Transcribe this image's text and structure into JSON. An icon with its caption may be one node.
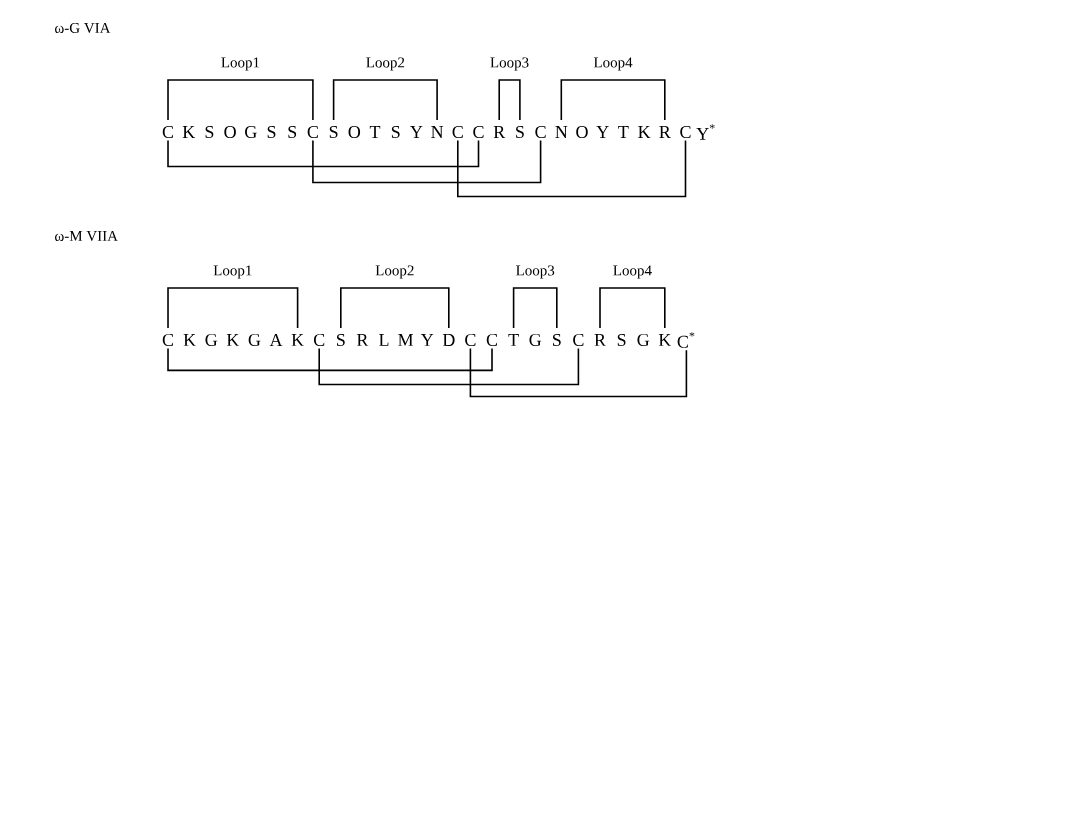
{
  "diagram": {
    "nodes": [
      {
        "text": [
          "C"
        ]
      },
      {
        "text": [
          "K"
        ]
      },
      {
        "text": [
          "S"
        ]
      },
      {
        "text": [
          "O"
        ]
      },
      {
        "text": [
          "G"
        ]
      },
      {
        "text": [
          "S"
        ]
      },
      {
        "text": [
          "S"
        ]
      },
      {
        "text": [
          "C"
        ]
      },
      {
        "text": [
          "S"
        ]
      },
      {
        "text": [
          "O"
        ]
      },
      {
        "text": [
          "T"
        ]
      },
      {
        "text": [
          "S"
        ]
      },
      {
        "text": [
          "Y"
        ]
      },
      {
        "text": [
          "N"
        ]
      },
      {
        "text": [
          "C"
        ]
      },
      {
        "text": [
          "C"
        ]
      },
      {
        "text": [
          "R"
        ]
      },
      {
        "text": [
          "S"
        ]
      },
      {
        "text": [
          "C"
        ]
      },
      {
        "text": [
          "N"
        ]
      },
      {
        "text": [
          "O"
        ]
      },
      {
        "text": [
          "Y"
        ]
      },
      {
        "text": [
          "T"
        ]
      },
      {
        "text": [
          "K"
        ]
      },
      {
        "text": [
          "R"
        ]
      },
      {
        "text": [
          "C"
        ]
      },
      {
        "text": [
          "Y$^{*}$"
        ]
      },
      {
        "text": [
          "C"
        ]
      },
      {
        "text": [
          "K"
        ]
      },
      {
        "text": [
          "G"
        ]
      },
      {
        "text": [
          "K"
        ]
      },
      {
        "text": [
          "G"
        ]
      },
      {
        "text": [
          "A"
        ]
      },
      {
        "text": [
          "K"
        ]
      },
      {
        "text": [
          "C"
        ]
      },
      {
        "text": [
          "S"
        ]
      },
      {
        "text": [
          "R"
        ]
      },
      {
        "text": [
          "L"
        ]
      },
      {
        "text": [
          "M"
        ]
      },
      {
        "text": [
          "Y"
        ]
      },
      {
        "text": [
          "D"
        ]
      },
      {
        "text": [
          "C"
        ]
      },
      {
        "text": [
          "C"
        ]
      },
      {
        "text": [
          "T"
        ]
      },
      {
        "text": [
          "G"
        ]
      },
      {
        "text": [
          "S"
        ]
      },
      {
        "text": [
          "C"
        ]
      },
      {
        "text": [
          "R"
        ]
      },
      {
        "text": [
          "S"
        ]
      },
      {
        "text": [
          "G"
        ]
      },
      {
        "text": [
          "K"
        ]
      },
      {
        "text": [
          "C$^{*}$"
        ]
      }
    ],
    "edges": [
      {
        "from": 0,
        "to": 15,
        "arrow": "none"
      },
      {
        "from": 7,
        "to": 18,
        "arrow": "none"
      },
      {
        "from": 14,
        "to": 25,
        "arrow": "none"
      },
      {
        "from": 27,
        "to": 42,
        "arrow": "none"
      },
      {
        "from": 34,
        "to": 46,
        "arrow": "none"
      },
      {
        "from": 41,
        "to": 51,
        "arrow": "none"
      }
    ],
    "labels": [
      "ω-G VIA",
      "Loop1",
      "Loop2",
      "Loop3",
      "Loop4",
      "ω-M VIIA",
      "Loop1",
      "Loop2",
      "Loop3",
      "Loop4"
    ]
  }
}
